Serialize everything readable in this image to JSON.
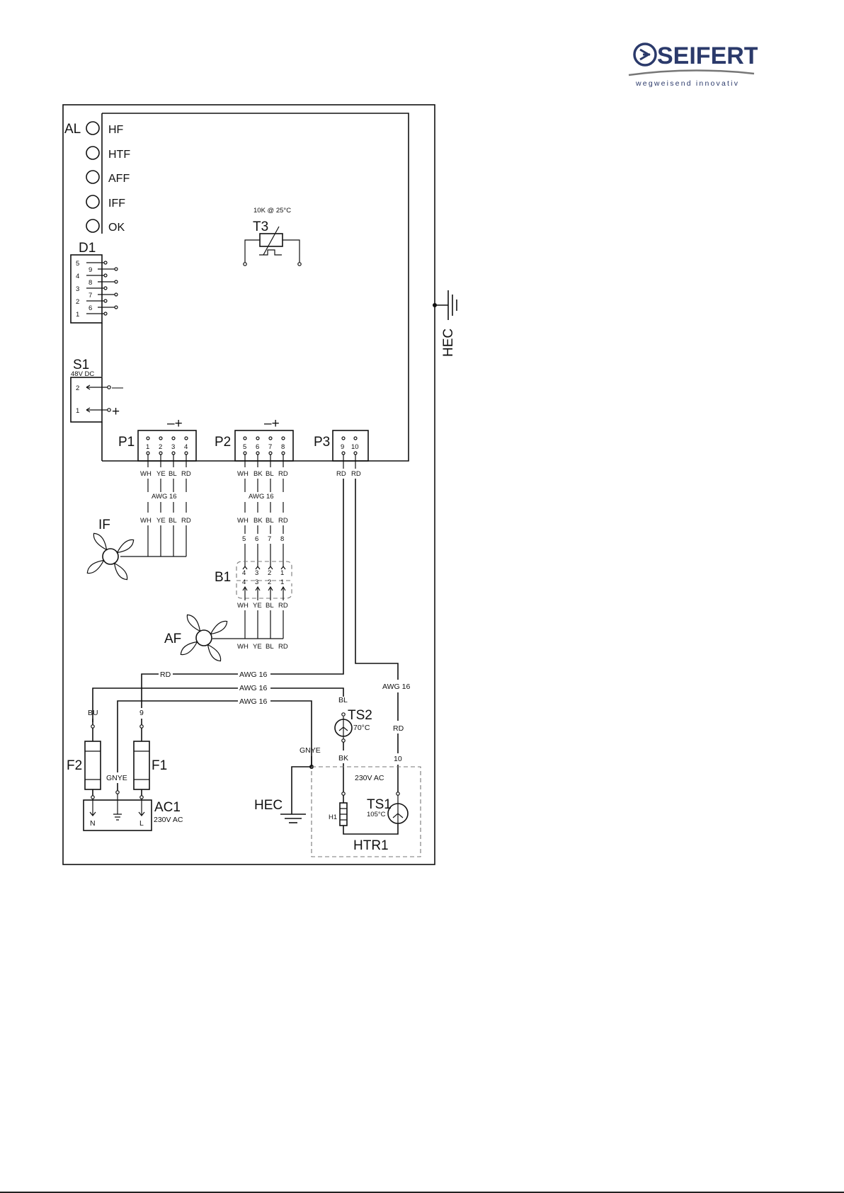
{
  "brand": {
    "name": "SEIFERT",
    "tagline": "wegweisend innovativ",
    "color": "#2b3a6b"
  },
  "alarm": {
    "label": "AL",
    "leds": [
      "HF",
      "HTF",
      "AFF",
      "IFF",
      "OK"
    ]
  },
  "d1": {
    "label": "D1",
    "pins_left": [
      "5",
      "4",
      "3",
      "2",
      "1"
    ],
    "pins_right": [
      "9",
      "8",
      "7",
      "6"
    ]
  },
  "t3": {
    "label": "T3",
    "spec": "10K @ 25°C"
  },
  "s1": {
    "label": "S1",
    "spec": "48V DC",
    "pins": [
      "2",
      "1"
    ],
    "minus": "—",
    "plus": "+"
  },
  "p1": {
    "label": "P1",
    "pins": [
      "1",
      "2",
      "3",
      "4"
    ],
    "polarity": "–+",
    "wires": [
      "WH",
      "YE",
      "BL",
      "RD"
    ],
    "gauge": "AWG 16"
  },
  "p2": {
    "label": "P2",
    "pins": [
      "5",
      "6",
      "7",
      "8"
    ],
    "polarity": "–+",
    "wires": [
      "WH",
      "BK",
      "BL",
      "RD"
    ],
    "gauge": "AWG 16"
  },
  "p3": {
    "label": "P3",
    "pins": [
      "9",
      "10"
    ],
    "wires": [
      "RD",
      "RD"
    ]
  },
  "hec": {
    "label": "HEC"
  },
  "fan_if": {
    "label": "IF",
    "wires": [
      "WH",
      "YE",
      "BL",
      "RD"
    ]
  },
  "fan_af": {
    "label": "AF",
    "wires": [
      "WH",
      "YE",
      "BL",
      "RD"
    ]
  },
  "b1": {
    "label": "B1",
    "pins": [
      "4",
      "3",
      "2",
      "1"
    ],
    "upper_wires": [
      "WH",
      "BK",
      "BL",
      "RD"
    ],
    "upper_nums": [
      "5",
      "6",
      "7",
      "8"
    ],
    "lower_wires": [
      "WH",
      "YE",
      "BL",
      "RD"
    ]
  },
  "bus": {
    "rd": "RD",
    "gauge": "AWG 16"
  },
  "f2": {
    "label": "F2",
    "wire": "BU"
  },
  "f1": {
    "label": "F1",
    "wire": "9"
  },
  "gnye": "GNYE",
  "ac1": {
    "label": "AC1",
    "spec": "230V AC",
    "terms": [
      "N",
      "⏚",
      "L"
    ]
  },
  "ts2": {
    "label": "TS2",
    "spec": "70°C",
    "top": "BL",
    "bottom": "BK"
  },
  "htr1": {
    "label": "HTR1",
    "spec": "230V AC",
    "h1": "H1",
    "ts1": "TS1",
    "ts1_spec": "105°C",
    "right_wire": "RD",
    "right_num": "10",
    "gauge": "AWG 16"
  }
}
